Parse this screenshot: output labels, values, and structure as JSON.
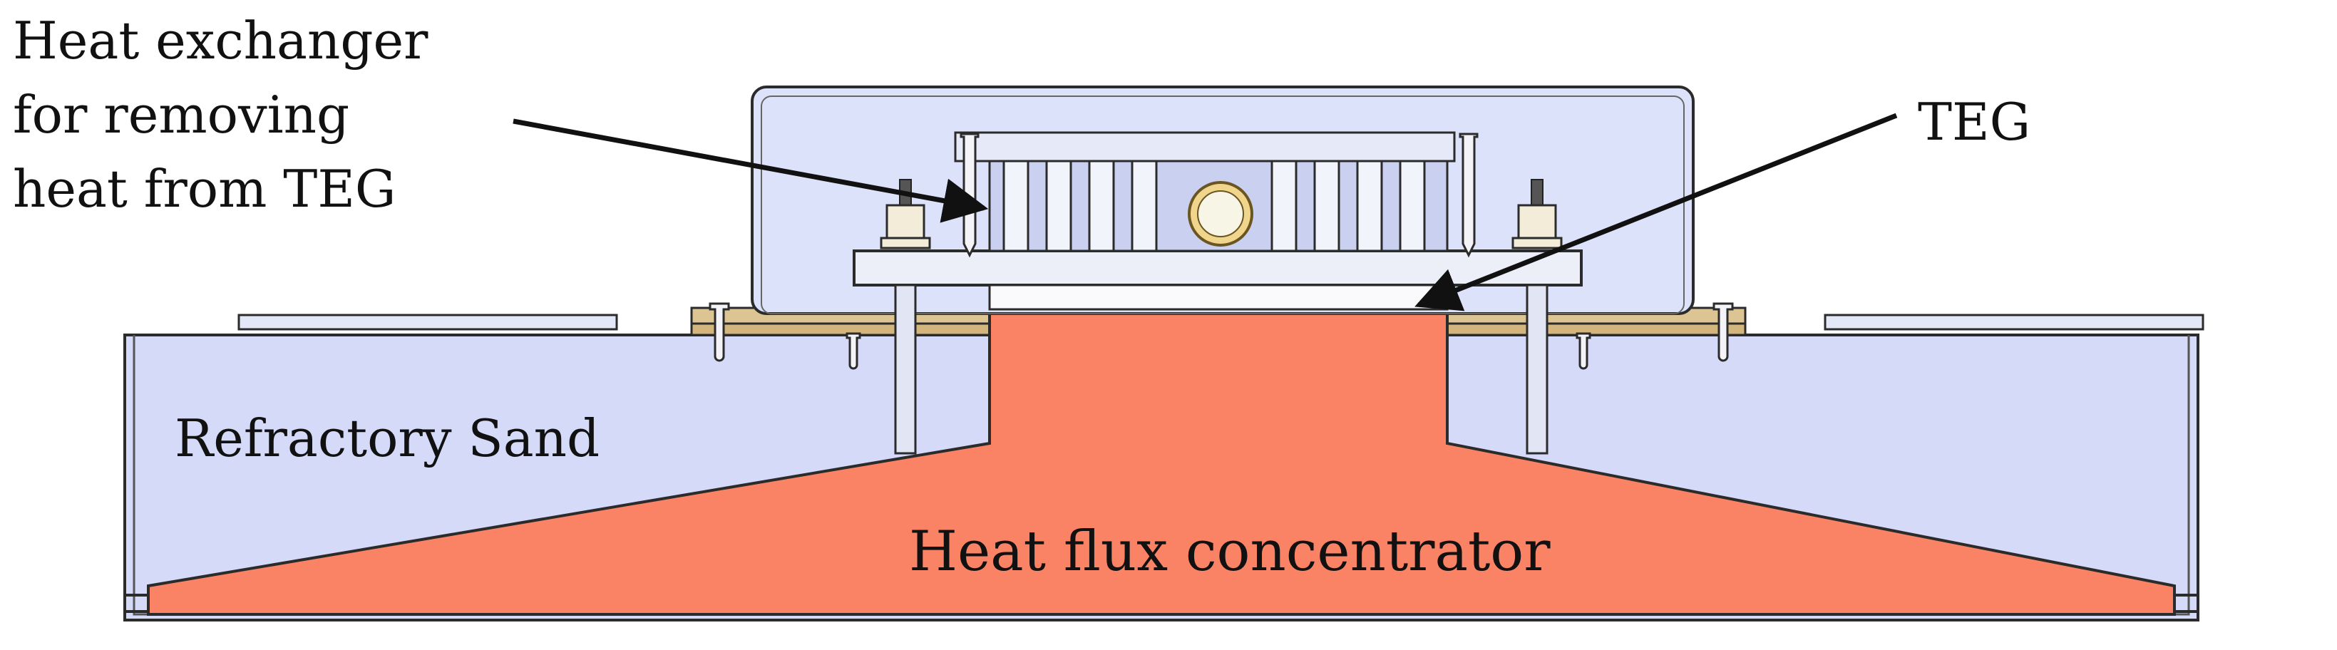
{
  "labels": {
    "heat_exchanger": [
      "Heat exchanger",
      "for removing",
      "heat from TEG"
    ],
    "teg": "TEG",
    "refractory_sand": "Refractory Sand",
    "heat_flux_concentrator": "Heat flux concentrator"
  },
  "colors": {
    "sand": "#D4DAF7",
    "concentrator": "#FA8366",
    "housing": "#DCE2FA",
    "plate": "#ECEEF8",
    "teg": "#FAFAFC",
    "insulation": "#DDC493",
    "outline": "#2B2B2B"
  }
}
